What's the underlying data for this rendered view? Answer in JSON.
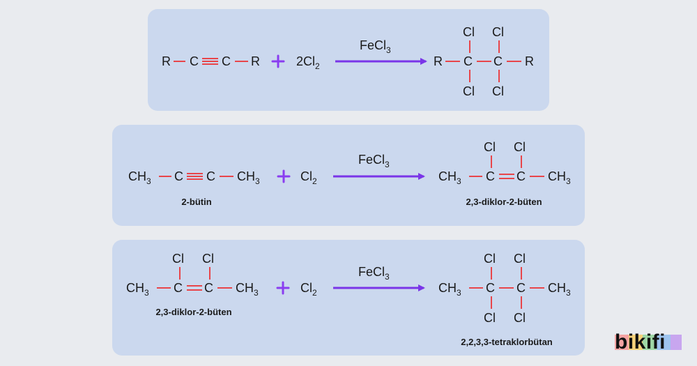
{
  "reactions": [
    {
      "reactant": {
        "R_left": "R",
        "C1": "C",
        "C2": "C",
        "R_right": "R"
      },
      "reagent": {
        "coef": "2",
        "el": "Cl",
        "sub": "2"
      },
      "catalyst": {
        "main": "FeCl",
        "sub": "3"
      },
      "product": {
        "R_left": "R",
        "C1": "C",
        "C2": "C",
        "R_right": "R",
        "Cl_top1": "Cl",
        "Cl_top2": "Cl",
        "Cl_bot1": "Cl",
        "Cl_bot2": "Cl"
      }
    },
    {
      "reactant": {
        "left": "CH",
        "left_sub": "3",
        "C1": "C",
        "C2": "C",
        "right": "CH",
        "right_sub": "3"
      },
      "reactant_name": "2-bütin",
      "reagent": {
        "el": "Cl",
        "sub": "2"
      },
      "catalyst": {
        "main": "FeCl",
        "sub": "3"
      },
      "product": {
        "left": "CH",
        "left_sub": "3",
        "C1": "C",
        "C2": "C",
        "right": "CH",
        "right_sub": "3",
        "Cl_top1": "Cl",
        "Cl_top2": "Cl"
      },
      "product_name": "2,3-diklor-2-büten"
    },
    {
      "reactant": {
        "left": "CH",
        "left_sub": "3",
        "C1": "C",
        "C2": "C",
        "right": "CH",
        "right_sub": "3",
        "Cl_top1": "Cl",
        "Cl_top2": "Cl"
      },
      "reactant_name": "2,3-diklor-2-büten",
      "reagent": {
        "el": "Cl",
        "sub": "2"
      },
      "catalyst": {
        "main": "FeCl",
        "sub": "3"
      },
      "product": {
        "left": "CH",
        "left_sub": "3",
        "C1": "C",
        "C2": "C",
        "right": "CH",
        "right_sub": "3",
        "Cl_top1": "Cl",
        "Cl_top2": "Cl",
        "Cl_bot1": "Cl",
        "Cl_bot2": "Cl"
      },
      "product_name": "2,2,3,3-tetraklorbütan"
    }
  ],
  "logo": {
    "text": "bikifi"
  },
  "colors": {
    "panel": "#cbd8ee",
    "background": "#e9ebef",
    "bond": "#e8454a",
    "arrow": "#7a35e8",
    "plus": "#8a3df0"
  }
}
